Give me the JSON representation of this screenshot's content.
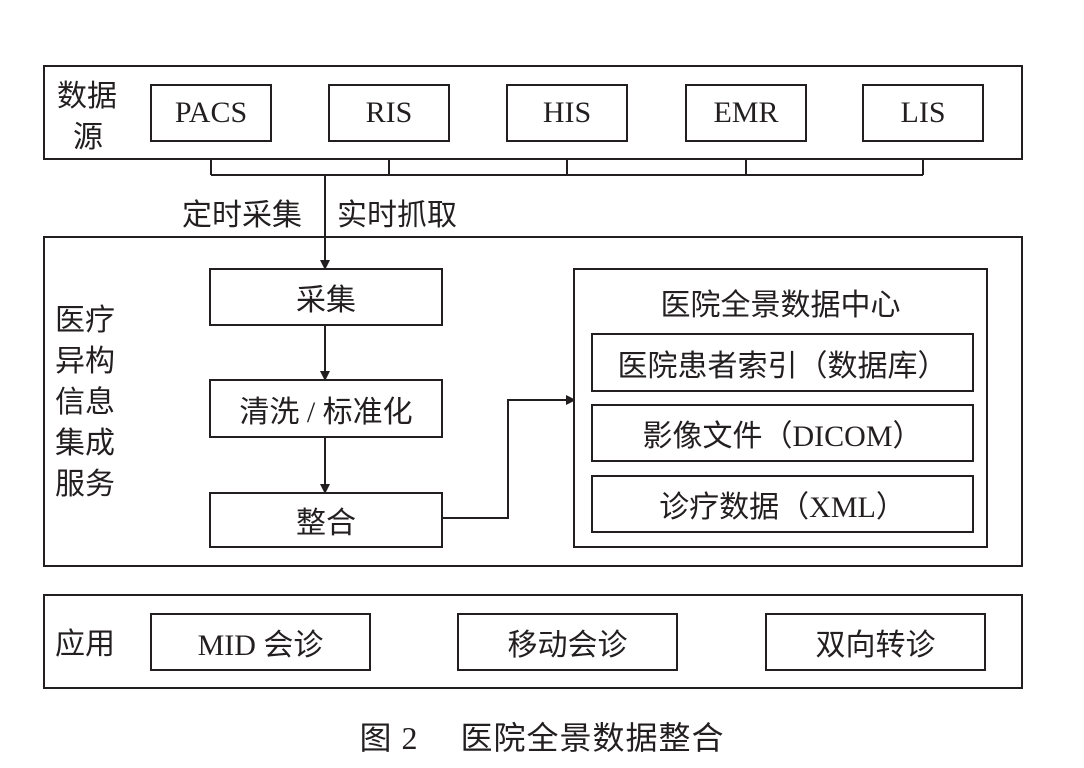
{
  "data_sources": {
    "label_line1": "数据",
    "label_line2": "源",
    "items": [
      {
        "label": "PACS"
      },
      {
        "label": "RIS"
      },
      {
        "label": "HIS"
      },
      {
        "label": "EMR"
      },
      {
        "label": "LIS"
      }
    ]
  },
  "flow_labels": {
    "scheduled": "定时采集",
    "realtime": "实时抓取"
  },
  "integration": {
    "label_lines": [
      "医疗",
      "异构",
      "信息",
      "集成",
      "服务"
    ],
    "steps": [
      {
        "label": "采集"
      },
      {
        "label": "清洗 / 标准化"
      },
      {
        "label": "整合"
      }
    ],
    "data_center": {
      "title": "医院全景数据中心",
      "items": [
        {
          "label": "医院患者索引（数据库）"
        },
        {
          "label": "影像文件（DICOM）"
        },
        {
          "label": "诊疗数据（XML）"
        }
      ]
    }
  },
  "applications": {
    "label": "应用",
    "items": [
      {
        "label": "MID 会诊"
      },
      {
        "label": "移动会诊"
      },
      {
        "label": "双向转诊"
      }
    ]
  },
  "caption": {
    "figure_number": "图 2",
    "title": "医院全景数据整合"
  }
}
